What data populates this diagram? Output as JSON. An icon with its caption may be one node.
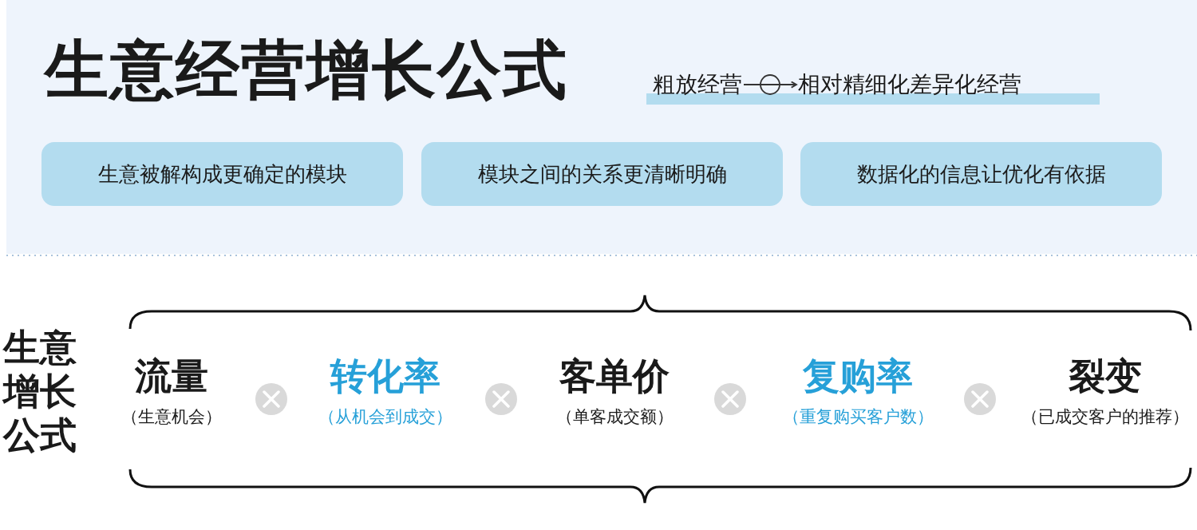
{
  "diagram": {
    "title": "生意经营增长公式",
    "nodes": [
      {
        "text": [
          "粗放经营"
        ]
      },
      {
        "text": [
          "相对精细化差异化经营"
        ]
      },
      {
        "text": [
          "生意被解构成更确定的模块"
        ]
      },
      {
        "text": [
          "模块之间的关系更清晰明确"
        ]
      },
      {
        "text": [
          "数据化的信息让优化有依据"
        ]
      }
    ],
    "edges": [
      {
        "from": 0,
        "to": 1,
        "arrow": "to"
      }
    ],
    "labels": [
      "生意增长公式",
      "流量",
      "（生意机会）",
      "转化率",
      "（从机会到成交）",
      "客单价",
      "（单客成交额）",
      "复购率",
      "（重复购买客户数）",
      "裂变",
      "（已成交客户的推荐）"
    ]
  }
}
